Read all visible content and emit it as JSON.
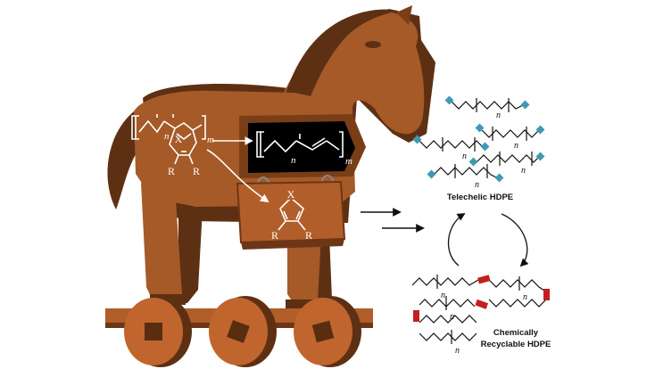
{
  "colors": {
    "horse_body": "#a55a28",
    "horse_shadow": "#5e3013",
    "horse_dark": "#7a3e17",
    "wheel": "#c0652e",
    "wheel_hub": "#5a2c10",
    "end_group": "#3e9ab3",
    "degradable_link": "#c41e1e"
  },
  "labels": {
    "hidden_monomer_X": "X",
    "hidden_monomer_R1": "R",
    "hidden_monomer_R2": "R",
    "hidden_monomer_n": "n",
    "hidden_monomer_m": "m",
    "hatch_polymer_n": "n",
    "hatch_polymer_m": "m",
    "heterocycle_X": "X",
    "heterocycle_R1": "R",
    "heterocycle_R2": "R",
    "telechelic_title": "Telechelic HDPE",
    "recyclable_title_line1": "Chemically",
    "recyclable_title_line2": "Recyclable HDPE",
    "chain_n": "n"
  },
  "icons": [
    "trojan-horse",
    "reaction-arrow",
    "cycle-arrows"
  ]
}
